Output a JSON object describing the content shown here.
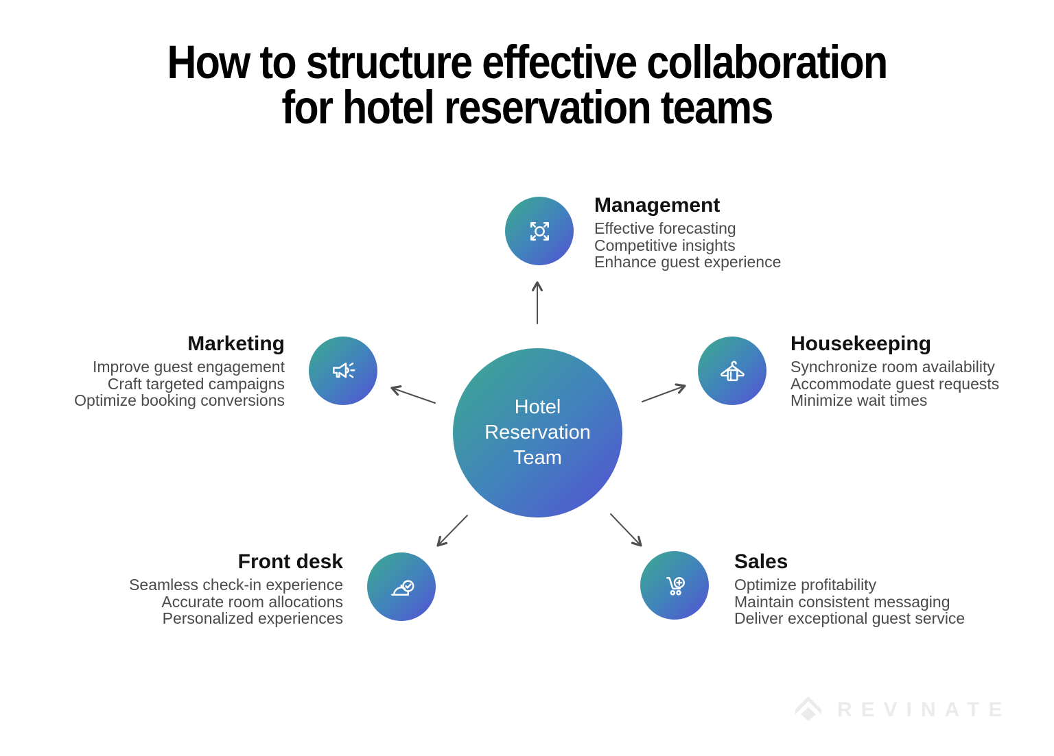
{
  "title": {
    "line1": "How to structure effective collaboration",
    "line2": "for hotel reservation teams"
  },
  "center": {
    "label": "Hotel\nReservation\nTeam"
  },
  "nodes": [
    {
      "id": "management",
      "title": "Management",
      "icon": "expand-icon",
      "items": [
        "Effective forecasting",
        "Competitive insights",
        "Enhance guest experience"
      ]
    },
    {
      "id": "housekeeping",
      "title": "Housekeeping",
      "icon": "hanger-towel-icon",
      "items": [
        "Synchronize room availability",
        "Accommodate guest requests",
        "Minimize wait times"
      ]
    },
    {
      "id": "sales",
      "title": "Sales",
      "icon": "cart-plus-icon",
      "items": [
        "Optimize profitability",
        "Maintain consistent messaging",
        "Deliver exceptional guest service"
      ]
    },
    {
      "id": "front-desk",
      "title": "Front desk",
      "icon": "cloche-check-icon",
      "items": [
        "Seamless check-in experience",
        "Accurate room allocations",
        "Personalized experiences"
      ]
    },
    {
      "id": "marketing",
      "title": "Marketing",
      "icon": "megaphone-icon",
      "items": [
        "Improve guest engagement",
        "Craft targeted campaigns",
        "Optimize booking conversions"
      ]
    }
  ],
  "logo": {
    "text": "REVINATE"
  },
  "colors": {
    "gradient_start": "#3CAB8E",
    "gradient_mid": "#4183BC",
    "gradient_end": "#5450D4",
    "heading": "#000000",
    "body_text": "#4a4a4a",
    "arrow": "#4f4f4f",
    "logo": "#ebebeb"
  }
}
